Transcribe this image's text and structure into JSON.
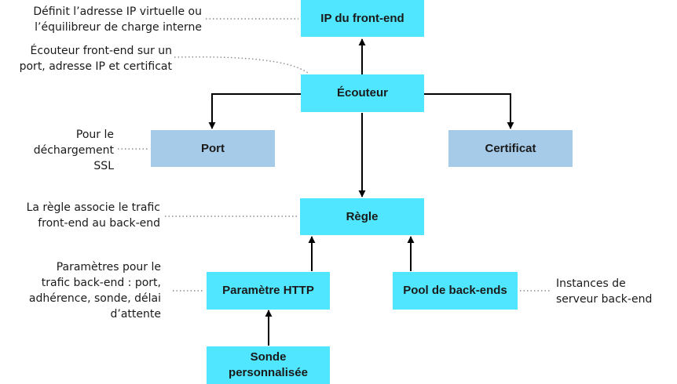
{
  "nodes": {
    "frontend_ip": "IP du front-end",
    "listener": "Écouteur",
    "port": "Port",
    "certificate": "Certificat",
    "rule": "Règle",
    "http_setting": "Paramètre HTTP",
    "backend_pool": "Pool de back-ends",
    "custom_probe": [
      "Sonde",
      "personnalisée"
    ]
  },
  "notes": {
    "frontend_ip": [
      "Définit l’adresse IP virtuelle ou",
      "l’équilibreur de charge interne"
    ],
    "listener": [
      "Écouteur front-end sur un",
      "port, adresse IP et certificat"
    ],
    "port": [
      "Pour le",
      "déchargement",
      "SSL"
    ],
    "rule": [
      "La règle associe le trafic",
      "front-end au back-end"
    ],
    "http_setting": [
      "Paramètres pour le",
      "trafic back-end : port,",
      "adhérence, sonde, délai",
      "d’attente"
    ],
    "backend_pool": [
      "Instances de",
      "serveur back-end"
    ]
  },
  "colors": {
    "primary_box": "#50e6ff",
    "secondary_box": "#a6cbe9",
    "connector": "#000000",
    "dotted_leader": "#8a8a8a"
  }
}
